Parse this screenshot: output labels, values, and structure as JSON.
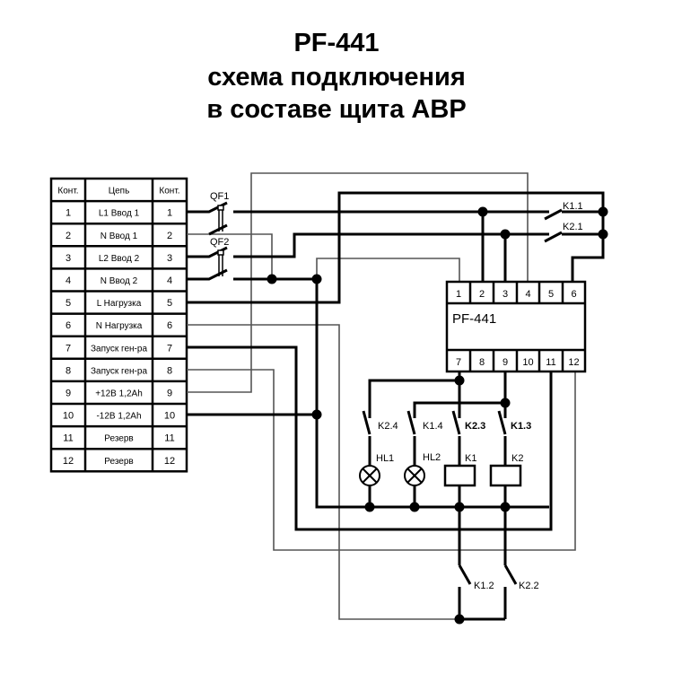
{
  "title": {
    "line1": "PF-441",
    "line2": "схема подключения",
    "line3": "в составе щита АВР"
  },
  "terminal_table": {
    "headers": [
      "Конт.",
      "Цепь",
      "Конт."
    ],
    "rows": [
      [
        "1",
        "L1 Ввод 1",
        "1"
      ],
      [
        "2",
        "N Ввод 1",
        "2"
      ],
      [
        "3",
        "L2 Ввод 2",
        "3"
      ],
      [
        "4",
        "N Ввод 2",
        "4"
      ],
      [
        "5",
        "L Нагрузка",
        "5"
      ],
      [
        "6",
        "N Нагрузка",
        "6"
      ],
      [
        "7",
        "Запуск ген-ра",
        "7"
      ],
      [
        "8",
        "Запуск ген-ра",
        "8"
      ],
      [
        "9",
        "+12В 1,2Ah",
        "9"
      ],
      [
        "10",
        "-12В 1,2Ah",
        "10"
      ],
      [
        "11",
        "Резерв",
        "11"
      ],
      [
        "12",
        "Резерв",
        "12"
      ]
    ]
  },
  "breakers": [
    "QF1",
    "QF2"
  ],
  "device": {
    "name": "PF-441",
    "top_terminals": [
      "1",
      "2",
      "3",
      "4",
      "5",
      "6"
    ],
    "bottom_terminals": [
      "7",
      "8",
      "9",
      "10",
      "11",
      "12"
    ]
  },
  "contacts": {
    "k11": "K1.1",
    "k21": "K2.1",
    "k24": "K2.4",
    "k14": "K1.4",
    "k23": "K2.3",
    "k13": "K1.3",
    "k12": "K1.2",
    "k22": "K2.2"
  },
  "lamps": [
    "HL1",
    "HL2"
  ],
  "coils": [
    "K1",
    "K2"
  ]
}
